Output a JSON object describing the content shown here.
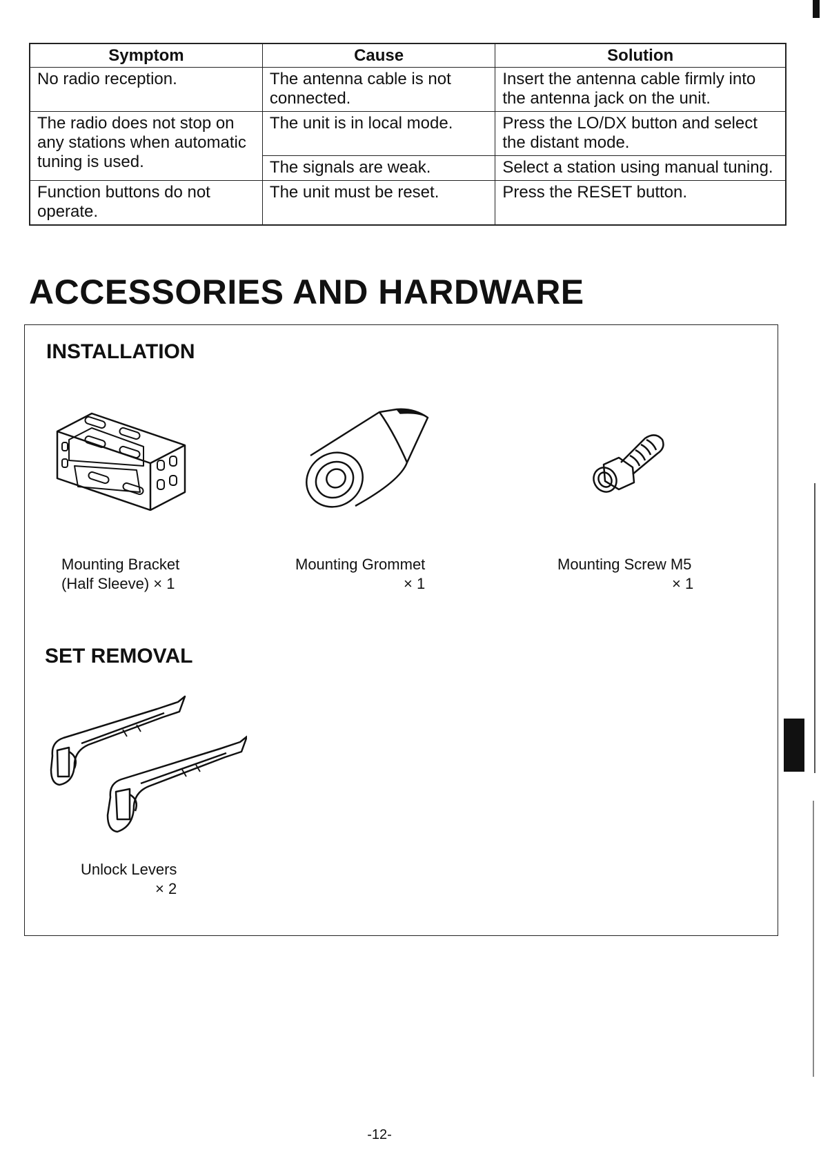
{
  "table": {
    "headers": [
      "Symptom",
      "Cause",
      "Solution"
    ],
    "rows": [
      {
        "symptom": "No radio reception.",
        "cause": "The antenna cable is not connected.",
        "solution": "Insert the antenna cable firmly into the antenna jack on the unit."
      },
      {
        "symptom": "The radio does not stop on any stations when automatic tuning is used.",
        "cause": "The unit is in local mode.",
        "solution": "Press the LO/DX button and select the distant mode."
      },
      {
        "cause": "The signals are weak.",
        "solution": "Select a station using manual tuning."
      },
      {
        "symptom": "Function buttons do not operate.",
        "cause": "The unit must be reset.",
        "solution": "Press the RESET button."
      }
    ]
  },
  "heading": "ACCESSORIES AND HARDWARE",
  "installation": {
    "title": "INSTALLATION",
    "items": [
      {
        "name": "Mounting Bracket",
        "name2": "(Half Sleeve)",
        "qty": "× 1"
      },
      {
        "name": "Mounting Grommet",
        "qty": "× 1"
      },
      {
        "name": "Mounting Screw M5",
        "qty": "× 1"
      }
    ]
  },
  "removal": {
    "title": "SET REMOVAL",
    "item": {
      "name": "Unlock Levers",
      "qty": "× 2"
    }
  },
  "page_number": "-12-"
}
